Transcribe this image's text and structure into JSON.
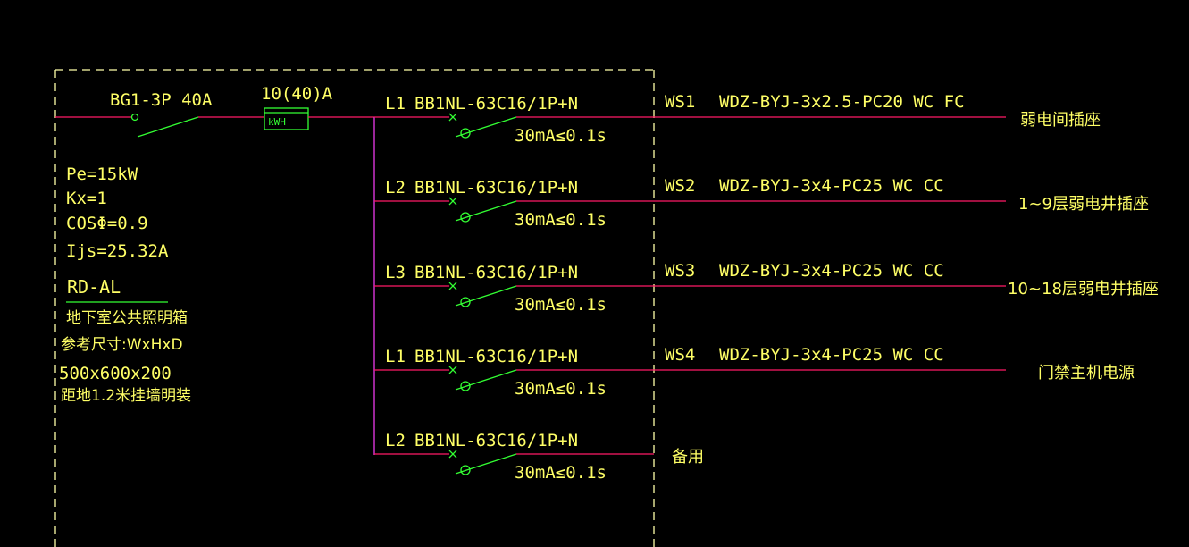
{
  "colors": {
    "background": "#000000",
    "text": "#ffff66",
    "wire": "#ff1a66",
    "bus": "#cc33cc",
    "breaker": "#33ff33",
    "frame": "#ffffaa",
    "meter": "#33ff33"
  },
  "main": {
    "breaker_label": "BG1-3P 40A",
    "meter_rating": "10(40)A",
    "meter_label": "kWH"
  },
  "params": {
    "pe": "Pe=15kW",
    "kx": "Kx=1",
    "cos": "COSΦ=0.9",
    "ijs": "Ijs=25.32A"
  },
  "panel": {
    "id": "RD-AL",
    "name": "地下室公共照明箱",
    "size_label": "参考尺寸:WxHxD",
    "size": "500x600x200",
    "mount": "距地1.2米挂墙明装"
  },
  "circuits": [
    {
      "phase": "L1",
      "breaker": "BB1NL-63C16/1P+N",
      "rcd": "30mA≤0.1s",
      "circuit": "WS1",
      "cable": "WDZ-BYJ-3x2.5-PC20 WC FC",
      "load": "弱电间插座"
    },
    {
      "phase": "L2",
      "breaker": "BB1NL-63C16/1P+N",
      "rcd": "30mA≤0.1s",
      "circuit": "WS2",
      "cable": "WDZ-BYJ-3x4-PC25 WC CC",
      "load": "1~9层弱电井插座"
    },
    {
      "phase": "L3",
      "breaker": "BB1NL-63C16/1P+N",
      "rcd": "30mA≤0.1s",
      "circuit": "WS3",
      "cable": "WDZ-BYJ-3x4-PC25 WC CC",
      "load": "10~18层弱电井插座"
    },
    {
      "phase": "L1",
      "breaker": "BB1NL-63C16/1P+N",
      "rcd": "30mA≤0.1s",
      "circuit": "WS4",
      "cable": "WDZ-BYJ-3x4-PC25 WC CC",
      "load": "门禁主机电源"
    },
    {
      "phase": "L2",
      "breaker": "BB1NL-63C16/1P+N",
      "rcd": "30mA≤0.1s",
      "circuit": "",
      "cable": "",
      "load": "备用"
    }
  ]
}
